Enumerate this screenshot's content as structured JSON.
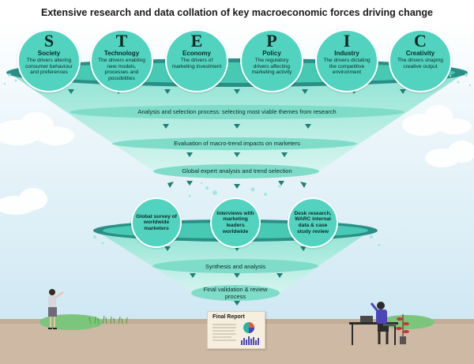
{
  "title": "Extensive research and data collation of key macroeconomic forces driving change",
  "steepic": [
    {
      "letter": "S",
      "name": "Society",
      "desc": "The drivers altering consumer behaviour and preferences"
    },
    {
      "letter": "T",
      "name": "Technology",
      "desc": "The drivers enabling new models, processes and possibilities"
    },
    {
      "letter": "E",
      "name": "Economy",
      "desc": "The drivers of marketing investment"
    },
    {
      "letter": "P",
      "name": "Policy",
      "desc": "The regulatory drivers affecting marketing activity"
    },
    {
      "letter": "I",
      "name": "Industry",
      "desc": "The drivers dictating the competitive environment"
    },
    {
      "letter": "C",
      "name": "Creativity",
      "desc": "The drivers shaping creative output"
    }
  ],
  "funnel1": {
    "stage1": "Analysis and selection process: selecting most viable themes from research",
    "stage2": "Evaluation of macro-trend impacts on marketers",
    "stage3": "Global expert analysis and trend selection"
  },
  "inputs": [
    "Global survey of worldwide marketers",
    "Interviews with marketing leaders worldwide",
    "Desk research, WARC internal data & case study review"
  ],
  "funnel2": {
    "stage1": "Synthesis and analysis",
    "stage2": "Final validation & review process"
  },
  "report": {
    "title": "Final Report"
  },
  "colors": {
    "teal": "#52d3bf",
    "dark_teal": "#2a8f86",
    "funnel_light": "#bff0e6"
  }
}
